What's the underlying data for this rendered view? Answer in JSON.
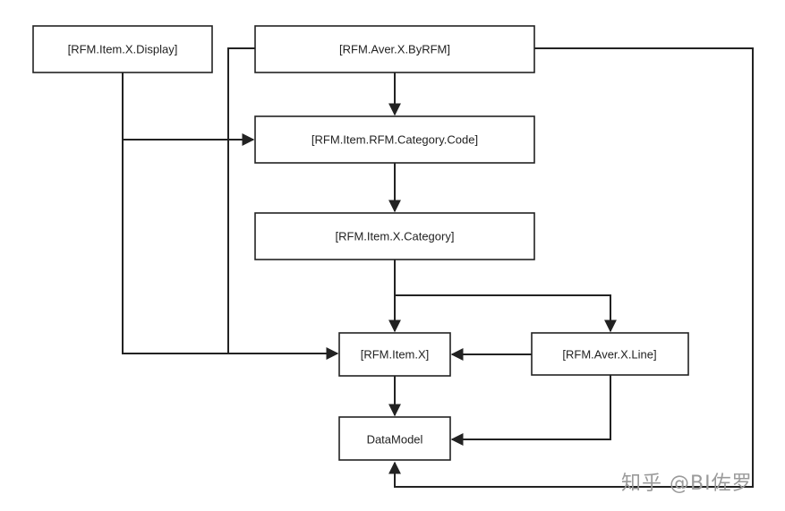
{
  "nodes": {
    "item_x_display": "[RFM.Item.X.Display]",
    "aver_x_byrfm": "[RFM.Aver.X.ByRFM]",
    "item_rfm_category_code": "[RFM.Item.RFM.Category.Code]",
    "item_x_category": "[RFM.Item.X.Category]",
    "item_x": "[RFM.Item.X]",
    "aver_x_line": "[RFM.Aver.X.Line]",
    "datamodel": "DataModel"
  },
  "watermark": "知乎 @BI佐罗",
  "colors": {
    "line": "#222222",
    "box_border": "#222222",
    "background": "#ffffff",
    "watermark": "#9a9a9a"
  }
}
